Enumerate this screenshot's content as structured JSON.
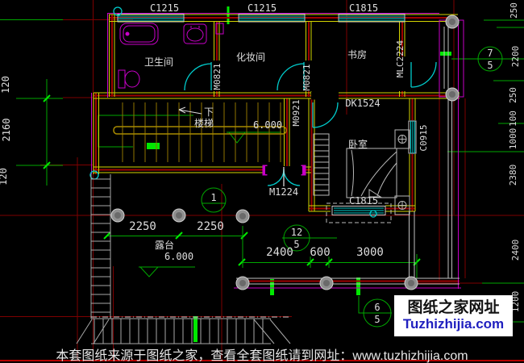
{
  "colors": {
    "background": "#000000",
    "wall_yellow": "#d4d400",
    "wall_core_red": "#9e0000",
    "construction_red": "#7e0000",
    "dim_green": "#00a800",
    "bright_green": "#00e800",
    "cyan": "#00cccc",
    "magenta": "#c800c8",
    "gray": "#a8a8a8",
    "watermark_blue": "#2020bf"
  },
  "window_labels": {
    "top_left": "C1215",
    "top_mid": "C1215",
    "top_right": "C1815",
    "bedroom_right": "C0915",
    "bedroom_bottom": "C1815"
  },
  "door_labels": {
    "bath": "M0821",
    "dressing": "M0821",
    "study_porch": "MLC2224",
    "opening": "DK1524",
    "bedroom": "M0921",
    "terrace": "M1224"
  },
  "rooms": {
    "bathroom": "卫生间",
    "dressing": "化妆间",
    "study": "书房",
    "stair": "楼梯",
    "down": "下",
    "bedroom": "卧室",
    "terrace": "露台"
  },
  "elevations": {
    "stair": "6.000",
    "terrace": "6.000"
  },
  "dims": {
    "left": [
      "120",
      "2160",
      "120"
    ],
    "right": [
      "250",
      "2200",
      "250",
      "100",
      "1000",
      "2380",
      "2400",
      "1200"
    ],
    "terrace": [
      "2250",
      "2250"
    ],
    "bottom": [
      "2400",
      "600",
      "3000"
    ]
  },
  "bubbles": {
    "b75": {
      "top": "7",
      "bottom": "5"
    },
    "b125": {
      "top": "12",
      "bottom": "5"
    },
    "b1": {
      "top": "1"
    },
    "b65": {
      "top": "6",
      "bottom": "5"
    }
  },
  "watermark": {
    "title": "图纸之家网址",
    "site": "Tuzhizhijia.com"
  },
  "caption": {
    "text": "本套图纸来源于图纸之家，查看全套图纸请到网址：www.tuzhizhijia.com"
  }
}
